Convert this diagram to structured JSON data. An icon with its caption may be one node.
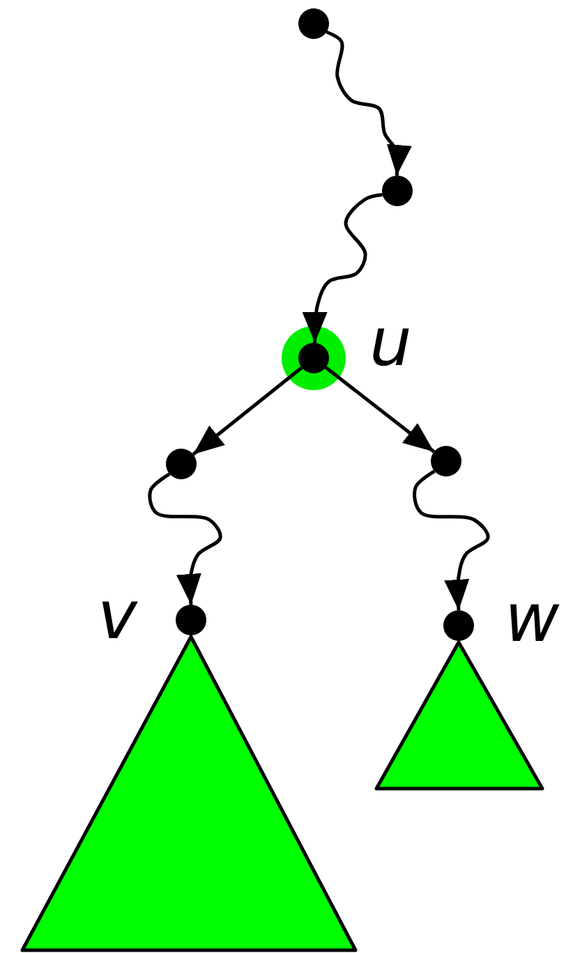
{
  "diagram": {
    "nodes": [
      {
        "text": [],
        "shape": "circle"
      },
      {
        "text": [],
        "shape": "circle"
      },
      {
        "text": [],
        "shape": "circle"
      },
      {
        "text": [],
        "shape": "circle"
      },
      {
        "text": [],
        "shape": "circle"
      },
      {
        "text": [],
        "shape": "circle"
      },
      {
        "text": [],
        "shape": "circle"
      },
      {
        "text": [],
        "shape": "triangle"
      },
      {
        "text": [],
        "shape": "triangle"
      }
    ],
    "edges": [
      {
        "from": 0,
        "to": 1,
        "arrow": "to"
      },
      {
        "from": 1,
        "to": 2,
        "arrow": "to"
      },
      {
        "from": 2,
        "to": 3,
        "arrow": "to"
      },
      {
        "from": 2,
        "to": 4,
        "arrow": "to"
      },
      {
        "from": 3,
        "to": 5,
        "arrow": "to"
      },
      {
        "from": 4,
        "to": 6,
        "arrow": "to"
      }
    ],
    "labels": [
      "u",
      "v",
      "w"
    ]
  }
}
